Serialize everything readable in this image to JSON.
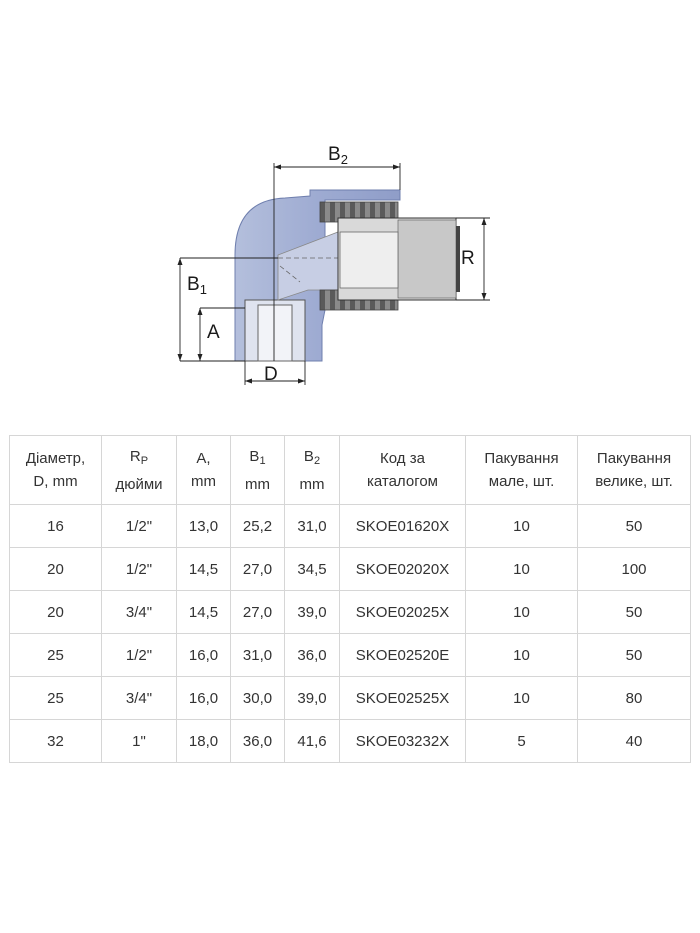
{
  "drawing": {
    "labels": {
      "b2": "B",
      "b2_sub": "2",
      "b1": "B",
      "b1_sub": "1",
      "a": "A",
      "d": "D",
      "r": "R"
    }
  },
  "table": {
    "headers": [
      {
        "line1": "Діаметр,",
        "line2": "D, mm"
      },
      {
        "line1": "R",
        "line1_sub": "P",
        "line2": "дюйми"
      },
      {
        "line1": "A,",
        "line2": "mm"
      },
      {
        "line1": "B",
        "line1_sub": "1",
        "line2": "mm"
      },
      {
        "line1": "B",
        "line1_sub": "2",
        "line2": "mm"
      },
      {
        "line1": "Код за",
        "line2": "каталогом"
      },
      {
        "line1": "Пакування",
        "line2": "мале, шт."
      },
      {
        "line1": "Пакування",
        "line2": "велике, шт."
      }
    ],
    "rows": [
      [
        "16",
        "1/2\"",
        "13,0",
        "25,2",
        "31,0",
        "SKOE01620X",
        "10",
        "50"
      ],
      [
        "20",
        "1/2\"",
        "14,5",
        "27,0",
        "34,5",
        "SKOE02020X",
        "10",
        "100"
      ],
      [
        "20",
        "3/4\"",
        "14,5",
        "27,0",
        "39,0",
        "SKOE02025X",
        "10",
        "50"
      ],
      [
        "25",
        "1/2\"",
        "16,0",
        "31,0",
        "36,0",
        "SKOE02520E",
        "10",
        "50"
      ],
      [
        "25",
        "3/4\"",
        "16,0",
        "30,0",
        "39,0",
        "SKOE02525X",
        "10",
        "80"
      ],
      [
        "32",
        "1\"",
        "18,0",
        "36,0",
        "41,6",
        "SKOE03232X",
        "5",
        "40"
      ]
    ]
  }
}
